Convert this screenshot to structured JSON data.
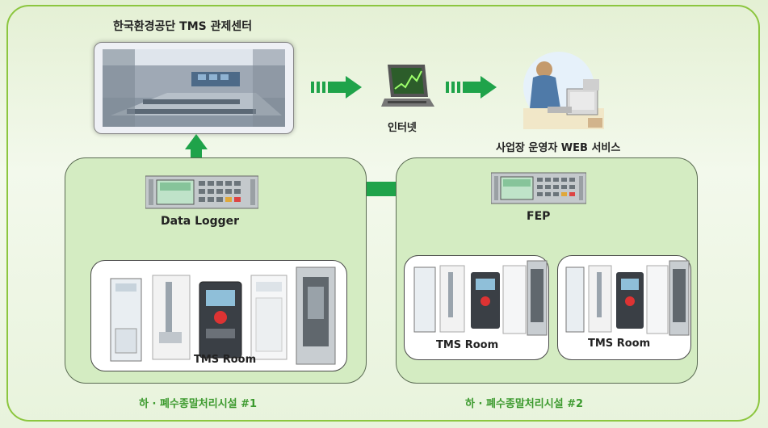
{
  "diagram": {
    "title": "한국환경공단 TMS 관제센터",
    "internet_label": "인터넷",
    "web_service_label": "사업장 운영자 WEB 서비스",
    "data_logger_label": "Data Logger",
    "fep_label": "FEP",
    "room_label": "TMS Room",
    "facility_1_label": "하 · 폐수종말처리시설 #1",
    "facility_2_label": "하 · 폐수종말처리시설 #2"
  },
  "colors": {
    "arrow_green": "#1fa34a",
    "panel_fill": "#d4ecc2",
    "frame_border": "#8cc63f",
    "facility_label": "#3c9a2e"
  },
  "icons": [
    "control-center-image",
    "internet-computer-icon",
    "web-operator-icon",
    "data-logger-device",
    "fep-device",
    "tms-equipment-icon"
  ]
}
